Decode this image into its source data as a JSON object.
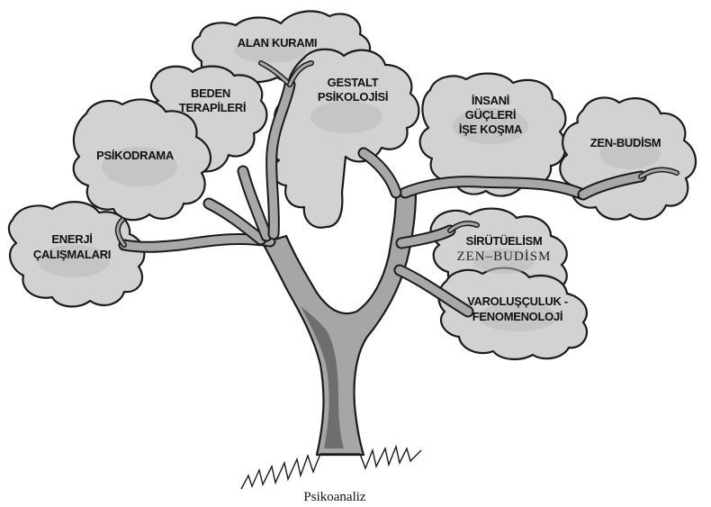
{
  "root": "Psikoanaliz",
  "branches": {
    "alan_kurami": "ALAN KURAMI",
    "gestalt": [
      "GESTALT",
      "PSİKOLOJİSİ"
    ],
    "beden": [
      "BEDEN",
      "TERAPİLERİ"
    ],
    "insani": [
      "İNSANİ",
      "GÜÇLERİ",
      "İŞE KOŞMA"
    ],
    "psikodrama": "PSİKODRAMA",
    "zen_budism_top": "ZEN-BUDİSM",
    "enerji": [
      "ENERJİ",
      "ÇALIŞMALARI"
    ],
    "sirutuelism": "SİRÜTÜELİSM",
    "zen_budism_sub": "ZEN–BUDİSM",
    "varolusculuk": [
      "VAROLUŞÇULUK -",
      "FENOMENOLOJİ"
    ]
  }
}
